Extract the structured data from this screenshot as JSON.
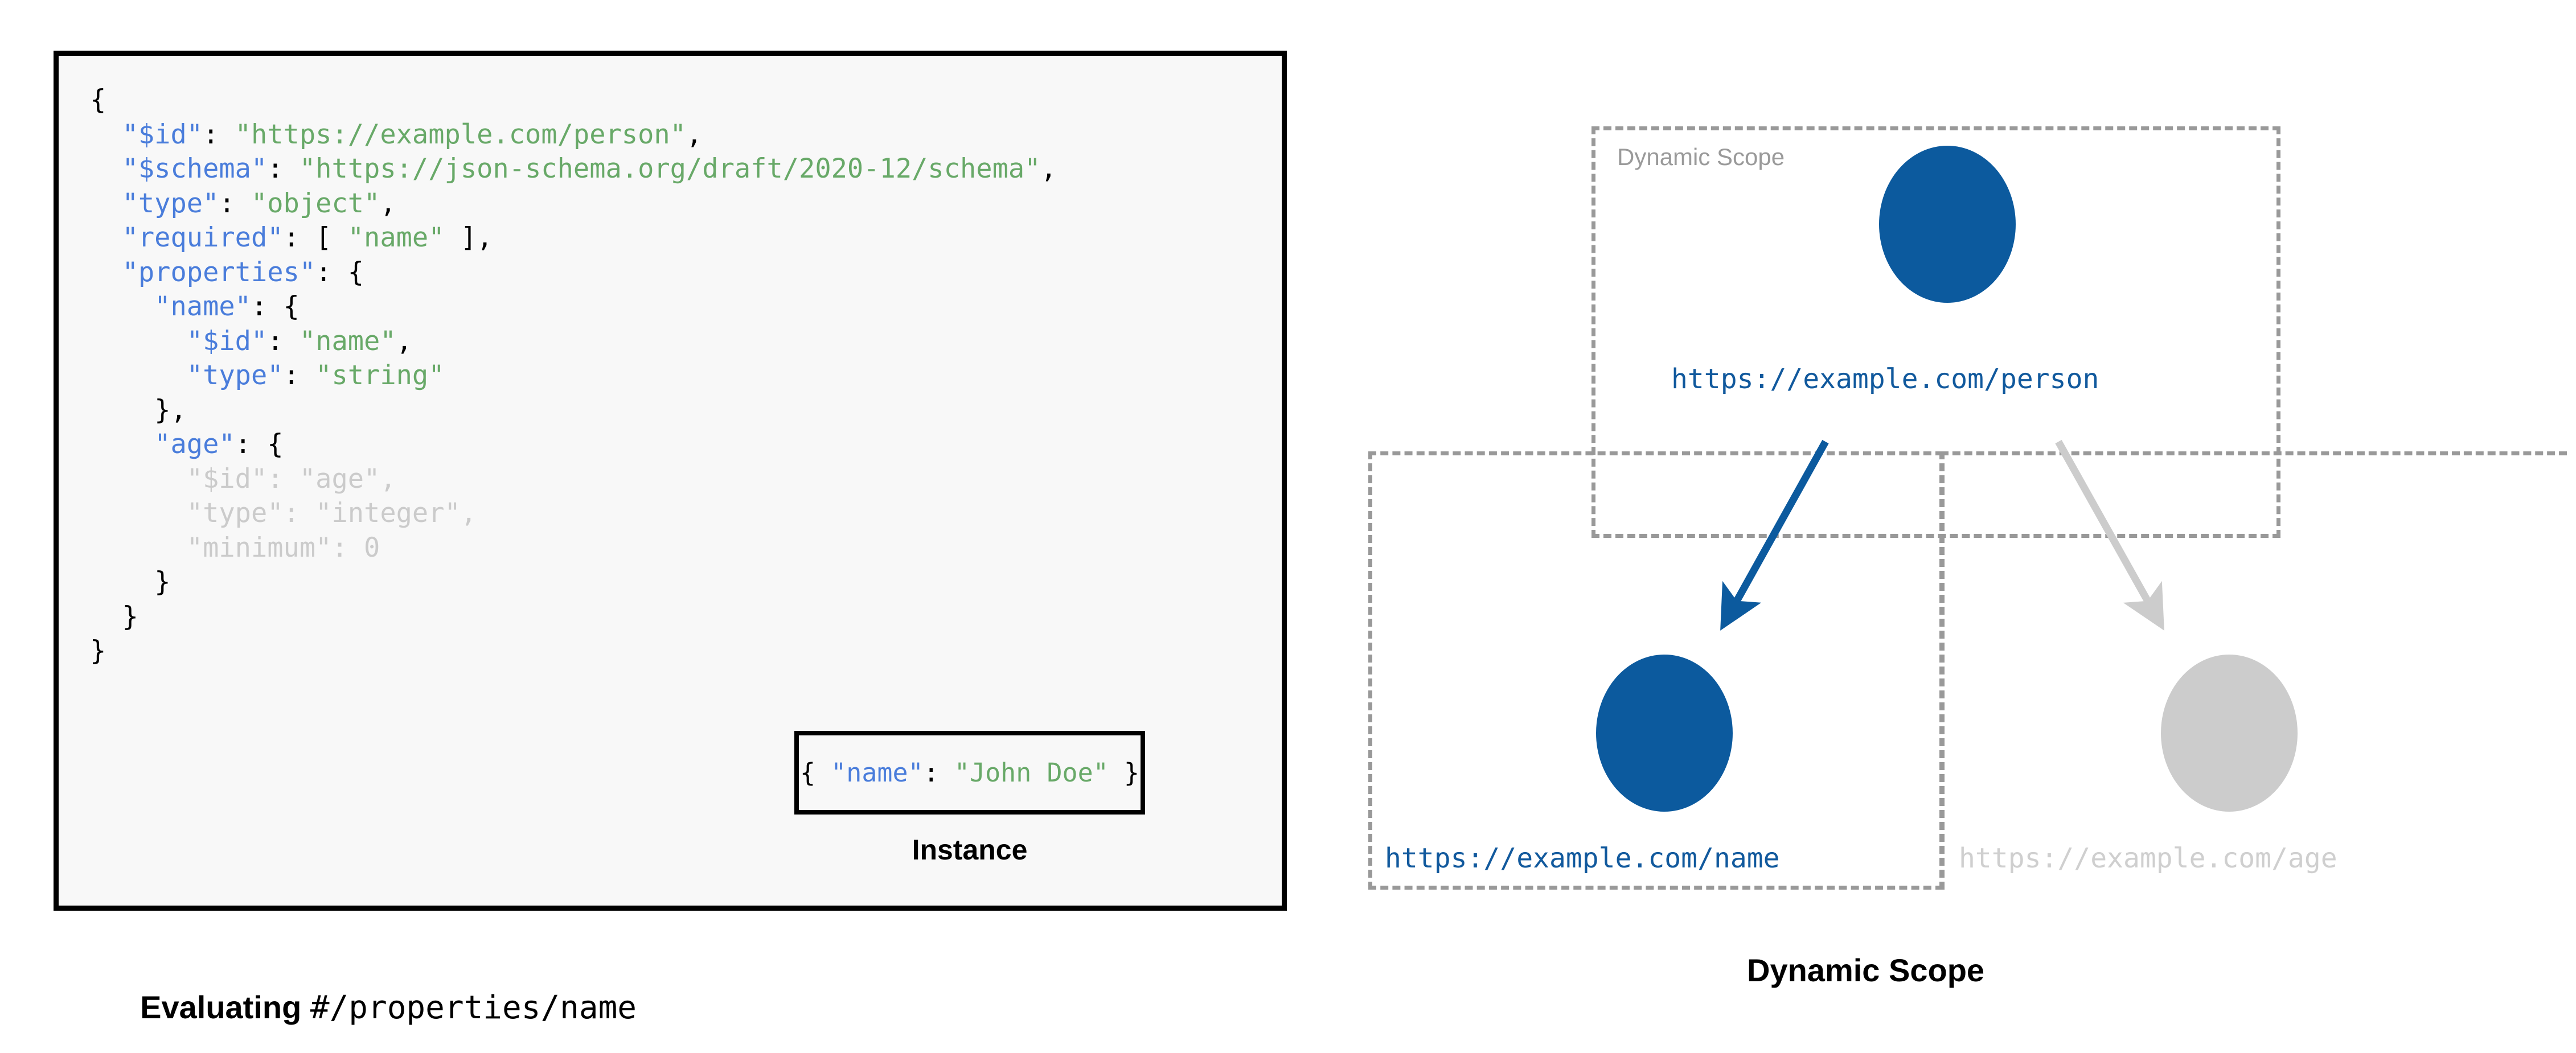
{
  "figure": {
    "left_caption_bold": "Evaluating ",
    "left_caption_mono": "#/properties/name",
    "right_caption": "Dynamic Scope"
  },
  "schema_panel": {
    "background_color": "#f8f8f8",
    "border_color": "#000000",
    "key_color": "#4a7ddb",
    "string_color": "#68a968",
    "punctuation_color": "#000000",
    "faded_color": "#cbcbcb",
    "lines": [
      {
        "indent": 0,
        "faded": false,
        "tokens": [
          {
            "t": "{",
            "c": "p"
          }
        ]
      },
      {
        "indent": 1,
        "faded": false,
        "tokens": [
          {
            "t": "\"$id\"",
            "c": "k"
          },
          {
            "t": ": ",
            "c": "p"
          },
          {
            "t": "\"https://example.com/person\"",
            "c": "s"
          },
          {
            "t": ",",
            "c": "p"
          }
        ]
      },
      {
        "indent": 1,
        "faded": false,
        "tokens": [
          {
            "t": "\"$schema\"",
            "c": "k"
          },
          {
            "t": ": ",
            "c": "p"
          },
          {
            "t": "\"https://json-schema.org/draft/2020-12/schema\"",
            "c": "s"
          },
          {
            "t": ",",
            "c": "p"
          }
        ]
      },
      {
        "indent": 1,
        "faded": false,
        "tokens": [
          {
            "t": "\"type\"",
            "c": "k"
          },
          {
            "t": ": ",
            "c": "p"
          },
          {
            "t": "\"object\"",
            "c": "s"
          },
          {
            "t": ",",
            "c": "p"
          }
        ]
      },
      {
        "indent": 1,
        "faded": false,
        "tokens": [
          {
            "t": "\"required\"",
            "c": "k"
          },
          {
            "t": ": [ ",
            "c": "p"
          },
          {
            "t": "\"name\"",
            "c": "s"
          },
          {
            "t": " ],",
            "c": "p"
          }
        ]
      },
      {
        "indent": 1,
        "faded": false,
        "tokens": [
          {
            "t": "\"properties\"",
            "c": "k"
          },
          {
            "t": ": {",
            "c": "p"
          }
        ]
      },
      {
        "indent": 2,
        "faded": false,
        "tokens": [
          {
            "t": "\"name\"",
            "c": "k"
          },
          {
            "t": ": {",
            "c": "p"
          }
        ]
      },
      {
        "indent": 3,
        "faded": false,
        "tokens": [
          {
            "t": "\"$id\"",
            "c": "k"
          },
          {
            "t": ": ",
            "c": "p"
          },
          {
            "t": "\"name\"",
            "c": "s"
          },
          {
            "t": ",",
            "c": "p"
          }
        ]
      },
      {
        "indent": 3,
        "faded": false,
        "tokens": [
          {
            "t": "\"type\"",
            "c": "k"
          },
          {
            "t": ": ",
            "c": "p"
          },
          {
            "t": "\"string\"",
            "c": "s"
          }
        ]
      },
      {
        "indent": 2,
        "faded": false,
        "tokens": [
          {
            "t": "},",
            "c": "p"
          }
        ]
      },
      {
        "indent": 2,
        "faded": false,
        "tokens": [
          {
            "t": "\"age\"",
            "c": "k"
          },
          {
            "t": ": {",
            "c": "p"
          }
        ]
      },
      {
        "indent": 3,
        "faded": true,
        "tokens": [
          {
            "t": "\"$id\"",
            "c": "k"
          },
          {
            "t": ": ",
            "c": "p"
          },
          {
            "t": "\"age\"",
            "c": "s"
          },
          {
            "t": ",",
            "c": "p"
          }
        ]
      },
      {
        "indent": 3,
        "faded": true,
        "tokens": [
          {
            "t": "\"type\"",
            "c": "k"
          },
          {
            "t": ": ",
            "c": "p"
          },
          {
            "t": "\"integer\"",
            "c": "s"
          },
          {
            "t": ",",
            "c": "p"
          }
        ]
      },
      {
        "indent": 3,
        "faded": true,
        "tokens": [
          {
            "t": "\"minimum\"",
            "c": "k"
          },
          {
            "t": ": ",
            "c": "p"
          },
          {
            "t": "0",
            "c": "n"
          }
        ]
      },
      {
        "indent": 2,
        "faded": false,
        "tokens": [
          {
            "t": "}",
            "c": "p"
          }
        ]
      },
      {
        "indent": 1,
        "faded": false,
        "tokens": [
          {
            "t": "}",
            "c": "p"
          }
        ]
      },
      {
        "indent": 0,
        "faded": false,
        "tokens": [
          {
            "t": "}",
            "c": "p"
          }
        ]
      }
    ]
  },
  "instance": {
    "caption": "Instance",
    "tokens": [
      {
        "t": "{ ",
        "c": "p"
      },
      {
        "t": "\"name\"",
        "c": "k"
      },
      {
        "t": ": ",
        "c": "p"
      },
      {
        "t": "\"John Doe\"",
        "c": "s"
      },
      {
        "t": " }",
        "c": "p"
      }
    ]
  },
  "diagram": {
    "scope_tag": "Dynamic Scope",
    "dash_color": "#999999",
    "active_color": "#0c5a9e",
    "faded_color": "#cccccc",
    "nodes": [
      {
        "id": "person",
        "label": "https://example.com/person",
        "state": "active"
      },
      {
        "id": "name",
        "label": "https://example.com/name",
        "state": "active"
      },
      {
        "id": "age",
        "label": "https://example.com/age",
        "state": "faded"
      }
    ],
    "edges": [
      {
        "from": "person",
        "to": "name",
        "state": "active"
      },
      {
        "from": "person",
        "to": "age",
        "state": "faded"
      }
    ]
  }
}
